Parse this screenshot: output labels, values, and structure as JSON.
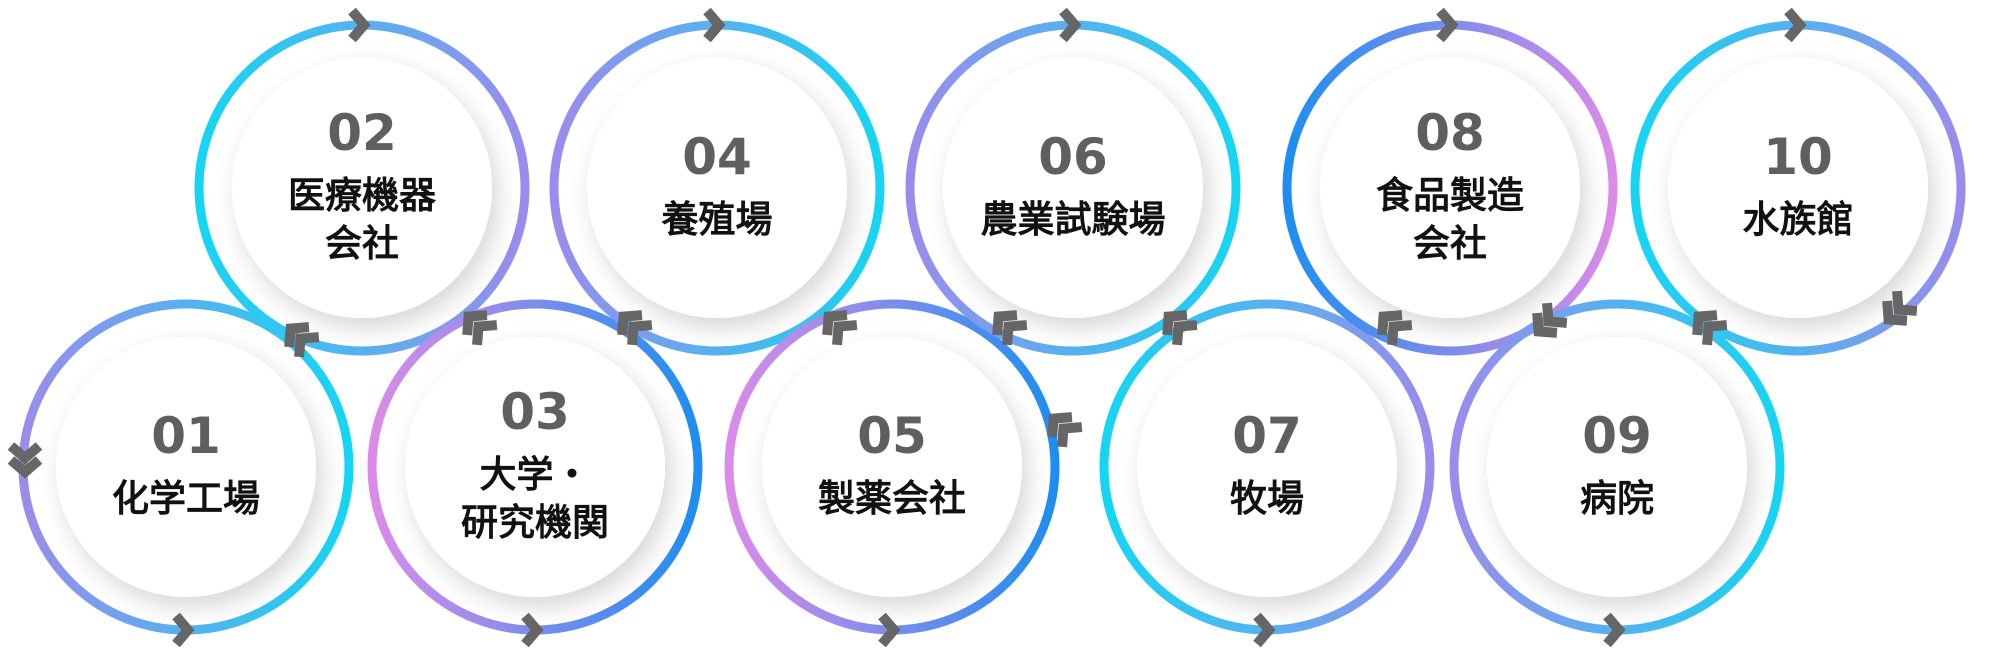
{
  "steps": [
    {
      "num": "01",
      "label": "化学工場"
    },
    {
      "num": "02",
      "label": "医療機器\n会社"
    },
    {
      "num": "03",
      "label": "大学・\n研究機関"
    },
    {
      "num": "04",
      "label": "養殖場"
    },
    {
      "num": "05",
      "label": "製薬会社"
    },
    {
      "num": "06",
      "label": "農業試験場"
    },
    {
      "num": "07",
      "label": "牧場"
    },
    {
      "num": "08",
      "label": "食品製造\n会社"
    },
    {
      "num": "09",
      "label": "病院"
    },
    {
      "num": "10",
      "label": "水族館"
    }
  ],
  "colors": {
    "cyan": "#14d6f2",
    "blue": "#1d8ef0",
    "violet": "#9a8cec",
    "pink": "#db8ce8",
    "arrow": "#666666"
  }
}
